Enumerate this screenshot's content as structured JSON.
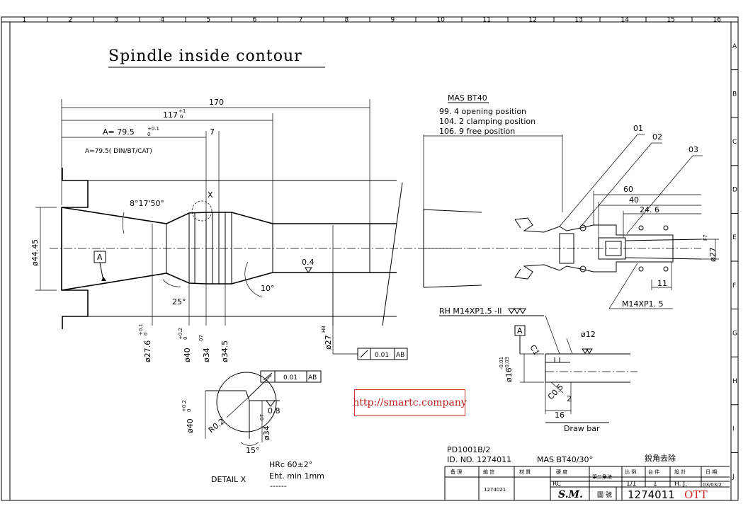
{
  "title": "Spindle inside contour",
  "column_numbers": [
    "1",
    "2",
    "3",
    "4",
    "5",
    "6",
    "7",
    "8",
    "9",
    "10",
    "11",
    "12",
    "13",
    "14",
    "15",
    "16"
  ],
  "row_letters": [
    "A",
    "B",
    "C",
    "D",
    "E",
    "F",
    "G",
    "H",
    "I",
    "J"
  ],
  "dimensions": {
    "overall": "170",
    "d117": "117",
    "d117_tol": "+1",
    "d117_tol2": "0",
    "a_value": "A= 79.5",
    "a_tol": "+0.1",
    "a_tol2": "0",
    "a_note": "A=79.5( DIN/BT/CAT)",
    "seven": "7",
    "angle_taper": "8°17'50\"",
    "x_mark": "X",
    "angle_25": "25°",
    "angle_10": "10°",
    "rough_04": "0.4",
    "dia_4445": "ø44.45",
    "dia_276": "ø27.6",
    "dia_276_tol": "+0.1",
    "dia_276_tol2": "0",
    "dia_40": "ø40",
    "dia_40_tol": "+0.2",
    "dia_40_tol2": "0",
    "dia_34": "ø34",
    "dia_34_tol": "07",
    "dia_345": "ø34.5",
    "dia_27": "ø27",
    "dia_27_tol": "H8",
    "datum_a": "A",
    "gtol_value": "0.01",
    "gtol_ref": "AB"
  },
  "detail": {
    "label": "DETAIL X",
    "r02": "R0.2",
    "v08": "0.8",
    "angle15": "15°",
    "dia40": "ø40",
    "dia40_tol": "+0.2",
    "dia40_tol2": "0",
    "dia34": "ø34",
    "dia34_tol": "07",
    "gtol_value": "0.01",
    "gtol_ref": "AB",
    "hrc": "HRc  60±2°",
    "eht": "Eht.  min  1mm",
    "dashes": "------"
  },
  "right_view": {
    "mas": "MAS  BT40",
    "pos1": "99. 4  opening position",
    "pos2": "104. 2 clamping position",
    "pos3": "106. 9 free position",
    "c01": "01",
    "c02": "02",
    "c03": "03",
    "d60": "60",
    "d40": "40",
    "d246": "24. 6",
    "d27": "ø27",
    "d27_tol": "F7",
    "d11": "11",
    "m14": "M14XP1. 5"
  },
  "drawbar": {
    "thread_note": "RH  M14XP1.5  -II",
    "datum": "A",
    "c1": "C1",
    "d12": "ø12",
    "d16": "ø16",
    "d16_tol": "-0.01",
    "d16_tol2": "-0.03",
    "c05": "C0.5",
    "two": "2",
    "sixteen": "16",
    "label": "Draw  bar"
  },
  "title_block": {
    "part_no": "PD1001B/2",
    "id_no": "ID. NO. 1274011",
    "mas": "MAS  BT40/30°",
    "note_cn": "銳角去除",
    "h1": "备  理",
    "h2": "編    註",
    "h3": "材    質",
    "h4": "硬    度",
    "h5": "第三角法",
    "h6": "比 例",
    "h7": "台 件",
    "h8": "設    計",
    "h9": "日  期",
    "v_rc": "RC",
    "v_scale": "1/1",
    "v_qty": "1",
    "v_designer": "H. J.",
    "v_date": "03/03/2",
    "v_ref": "1274021",
    "sm": "S.M.",
    "drawing_no_label": "圖 號",
    "drawing_no": "1274011",
    "ott": "OTT"
  },
  "watermark": "http://smartc.company"
}
